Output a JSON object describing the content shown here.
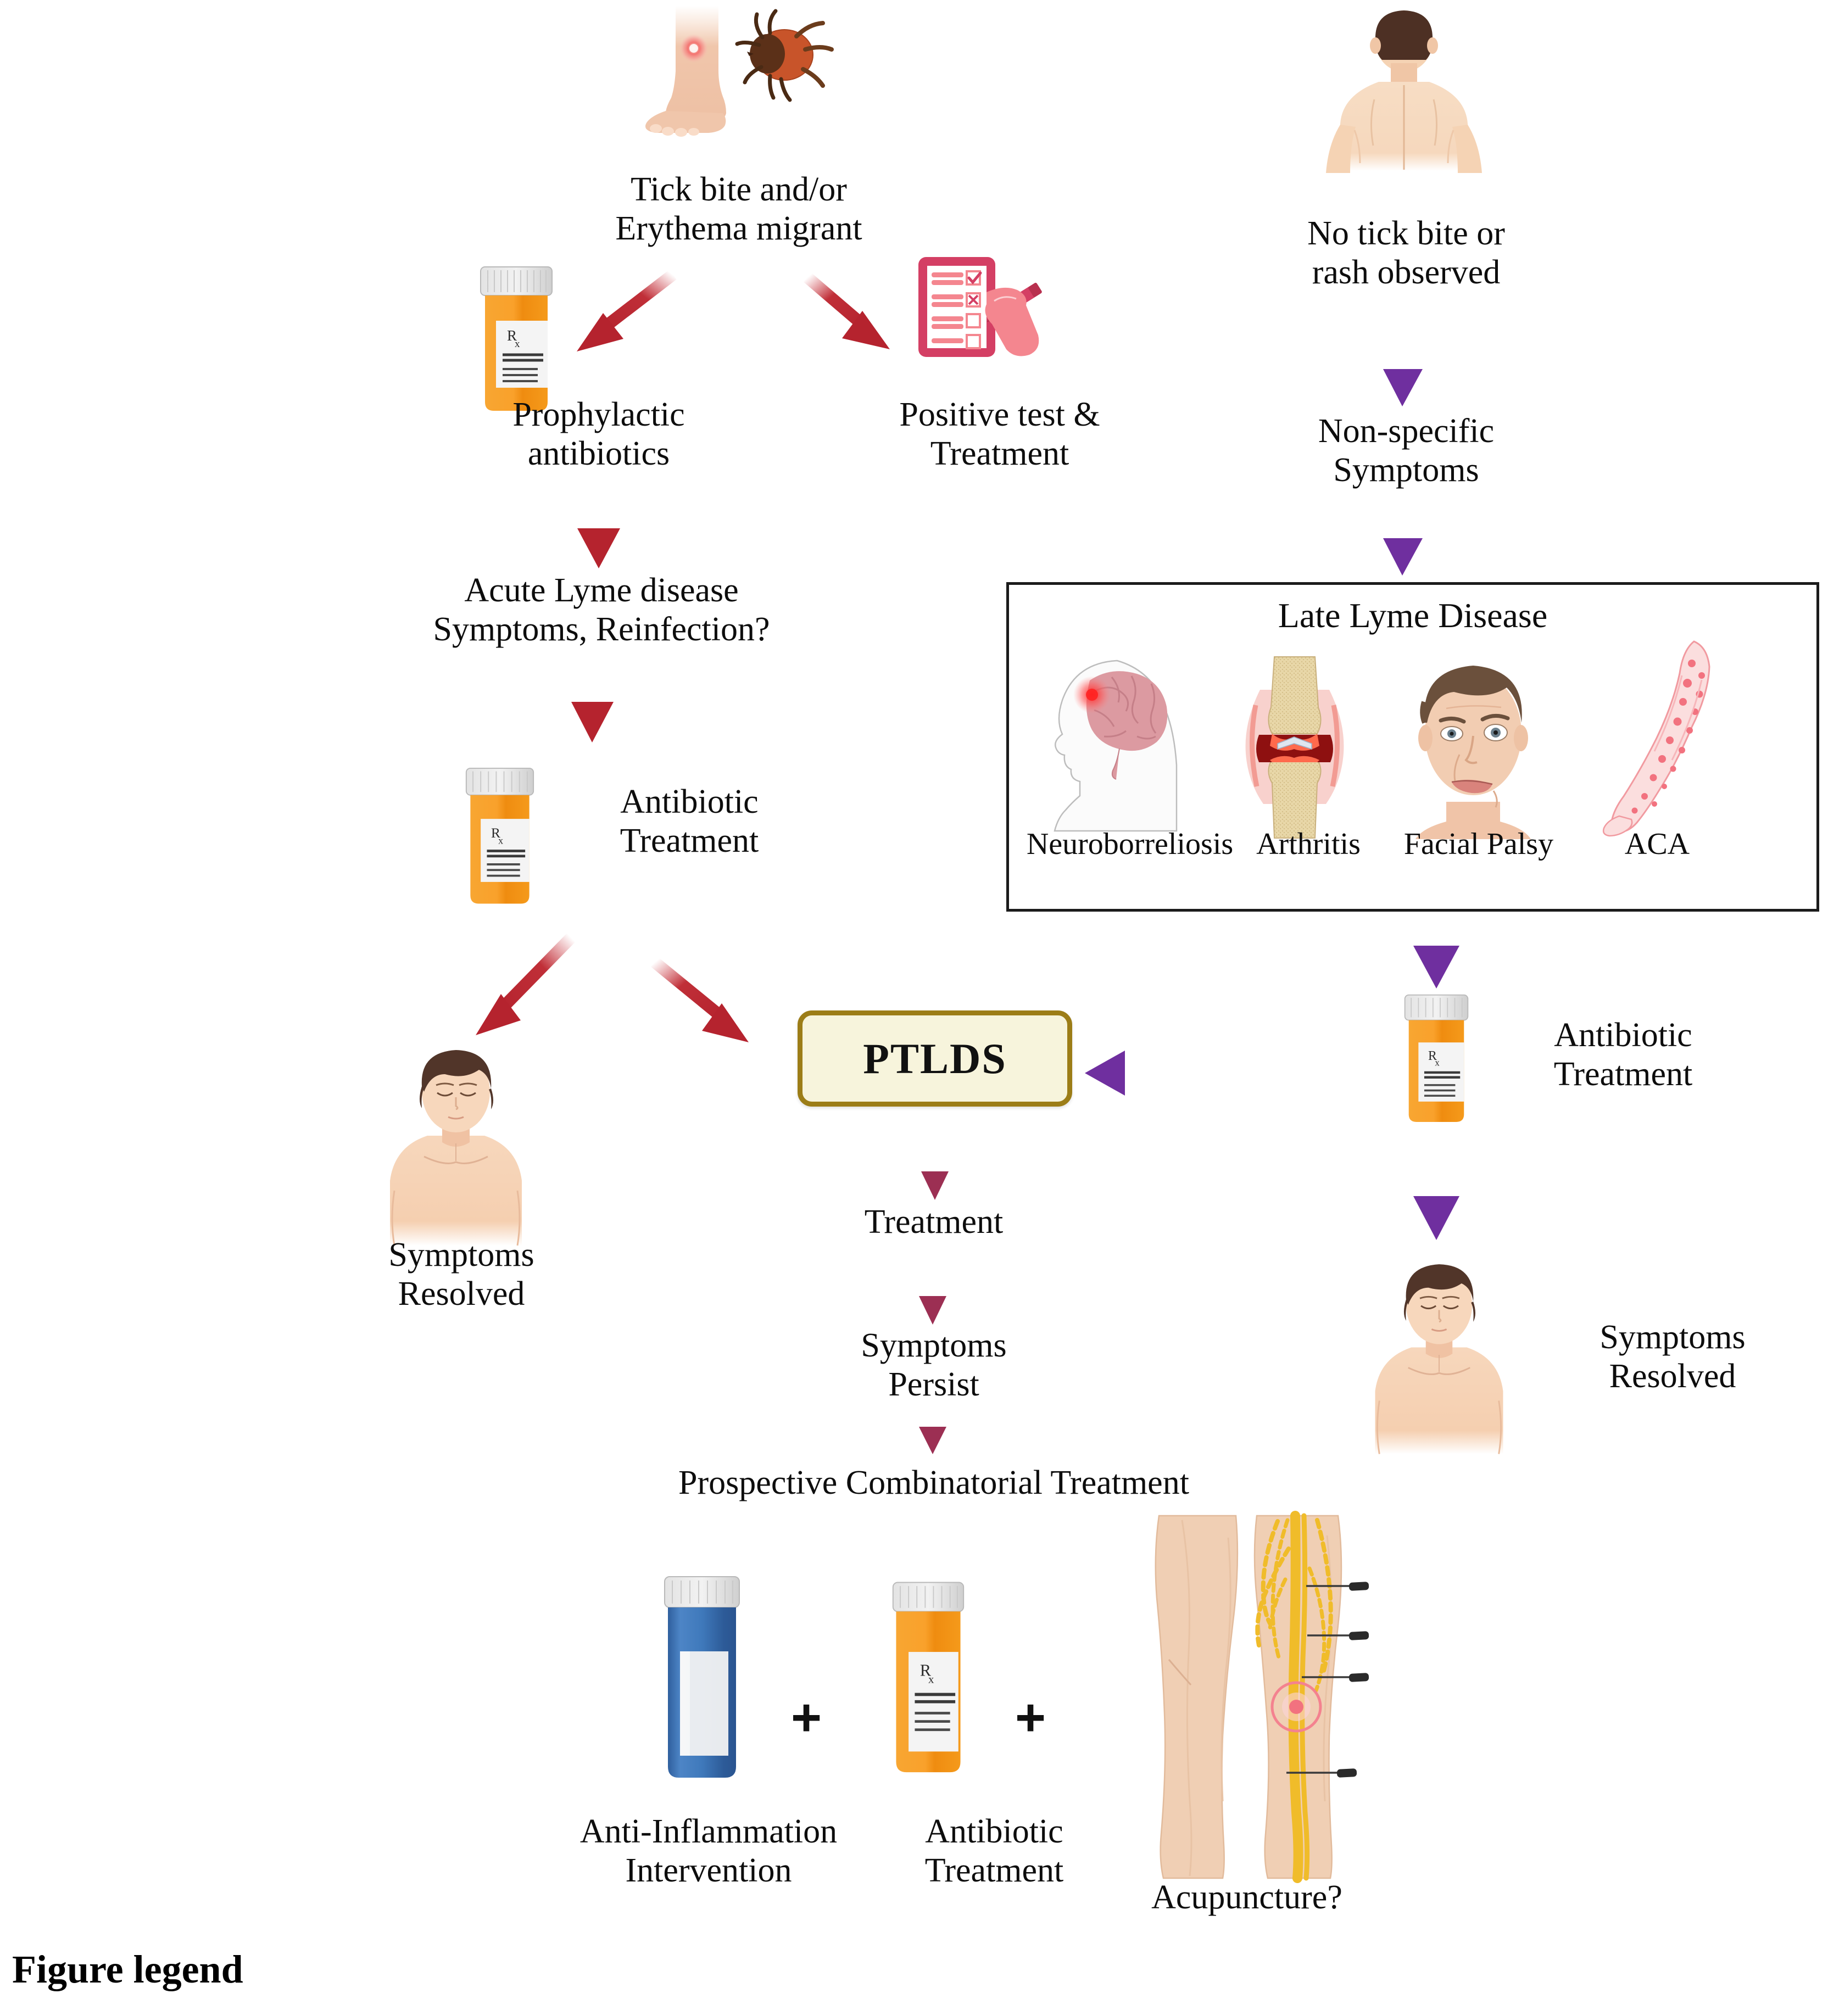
{
  "figure": {
    "legend_title": "Figure legend"
  },
  "colors": {
    "arrow_red": "#b5232e",
    "arrow_red_light": "#cc3b44",
    "arrow_purple": "#6f2f9f",
    "arrow_maroon": "#9c2f53",
    "ptlds_border": "#9c7d17",
    "ptlds_fill": "#f7f4dc",
    "box_border": "#1b1b1b",
    "pill_orange": "#f5951e",
    "pill_cap_gray": "#d7d7d7",
    "bottle_blue": "#3f7bbf",
    "clipboard_pink": "#d43f64",
    "clipboard_pink_light": "#f4868f",
    "skin": "#f6d5bb",
    "hair_brown": "#513529",
    "brain_pink": "#dc9aa1",
    "nerve_yellow": "#f0bc2a",
    "rash_red": "#f2727f"
  },
  "left_branch": {
    "tick_node": {
      "icon": "tick-bite-leg-icon",
      "label": "Tick bite and/or\nErythema migrant"
    },
    "prophylactic": {
      "icon": "pill-bottle-icon",
      "label": "Prophylactic\nantibiotics"
    },
    "positive_test": {
      "icon": "clipboard-checklist-icon",
      "label": "Positive test &\nTreatment"
    },
    "acute": {
      "label": "Acute Lyme disease\nSymptoms, Reinfection?"
    },
    "antibiotic_treatment": {
      "icon": "pill-bottle-icon",
      "label": "Antibiotic\nTreatment"
    },
    "resolved": {
      "icon": "healthy-person-icon",
      "label": "Symptoms\nResolved"
    }
  },
  "right_branch": {
    "no_tick": {
      "icon": "person-back-icon",
      "label": "No tick bite or\nrash observed"
    },
    "nonspecific": {
      "label": "Non-specific\nSymptoms"
    },
    "late_lyme": {
      "title": "Late Lyme Disease",
      "items": [
        {
          "icon": "brain-head-icon",
          "label": "Neuroborreliosis"
        },
        {
          "icon": "joint-knee-icon",
          "label": "Arthritis"
        },
        {
          "icon": "face-palsy-icon",
          "label": "Facial Palsy"
        },
        {
          "icon": "arm-rash-icon",
          "label": "ACA"
        }
      ]
    },
    "antibiotic_treatment": {
      "icon": "pill-bottle-icon",
      "label": "Antibiotic\nTreatment"
    },
    "resolved": {
      "icon": "healthy-person-icon",
      "label": "Symptoms\nResolved"
    }
  },
  "center_branch": {
    "ptlds": {
      "label": "PTLDS"
    },
    "treatment": {
      "label": "Treatment"
    },
    "persist": {
      "label": "Symptoms\nPersist"
    },
    "prospective": {
      "label": "Prospective Combinatorial Treatment"
    },
    "combo": {
      "plus_symbol": "+",
      "items": [
        {
          "icon": "blue-bottle-icon",
          "label": "Anti-Inflammation\nIntervention"
        },
        {
          "icon": "pill-bottle-icon",
          "label": "Antibiotic\nTreatment"
        },
        {
          "icon": "acupuncture-leg-icon",
          "label": "Acupuncture?"
        }
      ]
    }
  },
  "chart_data": {
    "type": "diagram",
    "title": "Lyme disease clinical course and PTLDS treatment flowchart",
    "nodes": [
      "Tick bite and/or Erythema migrant",
      "Prophylactic antibiotics",
      "Positive test & Treatment",
      "Acute Lyme disease Symptoms, Reinfection?",
      "Antibiotic Treatment",
      "Symptoms Resolved",
      "PTLDS",
      "Treatment",
      "Symptoms Persist",
      "Prospective Combinatorial Treatment",
      "Anti-Inflammation Intervention",
      "Antibiotic Treatment",
      "Acupuncture?",
      "No tick bite or rash observed",
      "Non-specific Symptoms",
      "Late Lyme Disease",
      "Neuroborreliosis",
      "Arthritis",
      "Facial Palsy",
      "ACA",
      "Antibiotic Treatment",
      "Symptoms Resolved"
    ],
    "edges": [
      {
        "from": "Tick bite and/or Erythema migrant",
        "to": "Prophylactic antibiotics",
        "color": "#b5232e"
      },
      {
        "from": "Tick bite and/or Erythema migrant",
        "to": "Positive test & Treatment",
        "color": "#b5232e"
      },
      {
        "from": "Prophylactic antibiotics",
        "to": "Acute Lyme disease Symptoms, Reinfection?",
        "color": "#b5232e"
      },
      {
        "from": "Acute Lyme disease Symptoms, Reinfection?",
        "to": "Antibiotic Treatment",
        "color": "#b5232e"
      },
      {
        "from": "Antibiotic Treatment",
        "to": "Symptoms Resolved",
        "color": "#b5232e"
      },
      {
        "from": "Antibiotic Treatment",
        "to": "PTLDS",
        "color": "#b5232e"
      },
      {
        "from": "No tick bite or rash observed",
        "to": "Non-specific Symptoms",
        "color": "#6f2f9f"
      },
      {
        "from": "Non-specific Symptoms",
        "to": "Late Lyme Disease",
        "color": "#6f2f9f"
      },
      {
        "from": "Late Lyme Disease",
        "to": "Antibiotic Treatment",
        "color": "#6f2f9f"
      },
      {
        "from": "Antibiotic Treatment",
        "to": "Symptoms Resolved",
        "color": "#6f2f9f"
      },
      {
        "from": "Antibiotic Treatment",
        "to": "PTLDS",
        "color": "#6f2f9f"
      },
      {
        "from": "PTLDS",
        "to": "Treatment",
        "color": "#9c2f53"
      },
      {
        "from": "Treatment",
        "to": "Symptoms Persist",
        "color": "#9c2f53"
      },
      {
        "from": "Symptoms Persist",
        "to": "Prospective Combinatorial Treatment",
        "color": "#9c2f53"
      }
    ]
  }
}
